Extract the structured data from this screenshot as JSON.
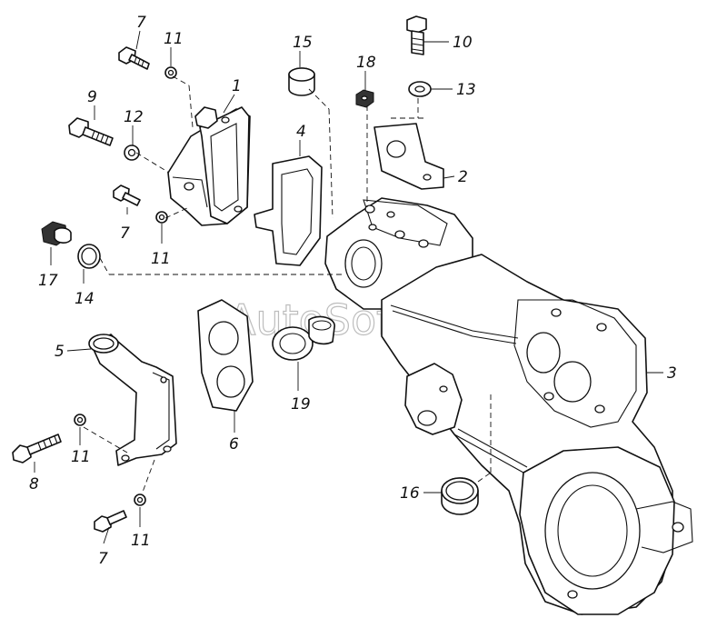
{
  "watermark": "AutoSoft",
  "callouts": {
    "c1": "1",
    "c2": "2",
    "c3": "3",
    "c4": "4",
    "c5": "5",
    "c6": "6",
    "c7a": "7",
    "c7b": "7",
    "c7c": "7",
    "c8": "8",
    "c9": "9",
    "c10": "10",
    "c11a": "11",
    "c11b": "11",
    "c11c": "11",
    "c11d": "11",
    "c12": "12",
    "c13": "13",
    "c14": "14",
    "c15": "15",
    "c16": "16",
    "c17": "17",
    "c18": "18",
    "c19": "19"
  }
}
